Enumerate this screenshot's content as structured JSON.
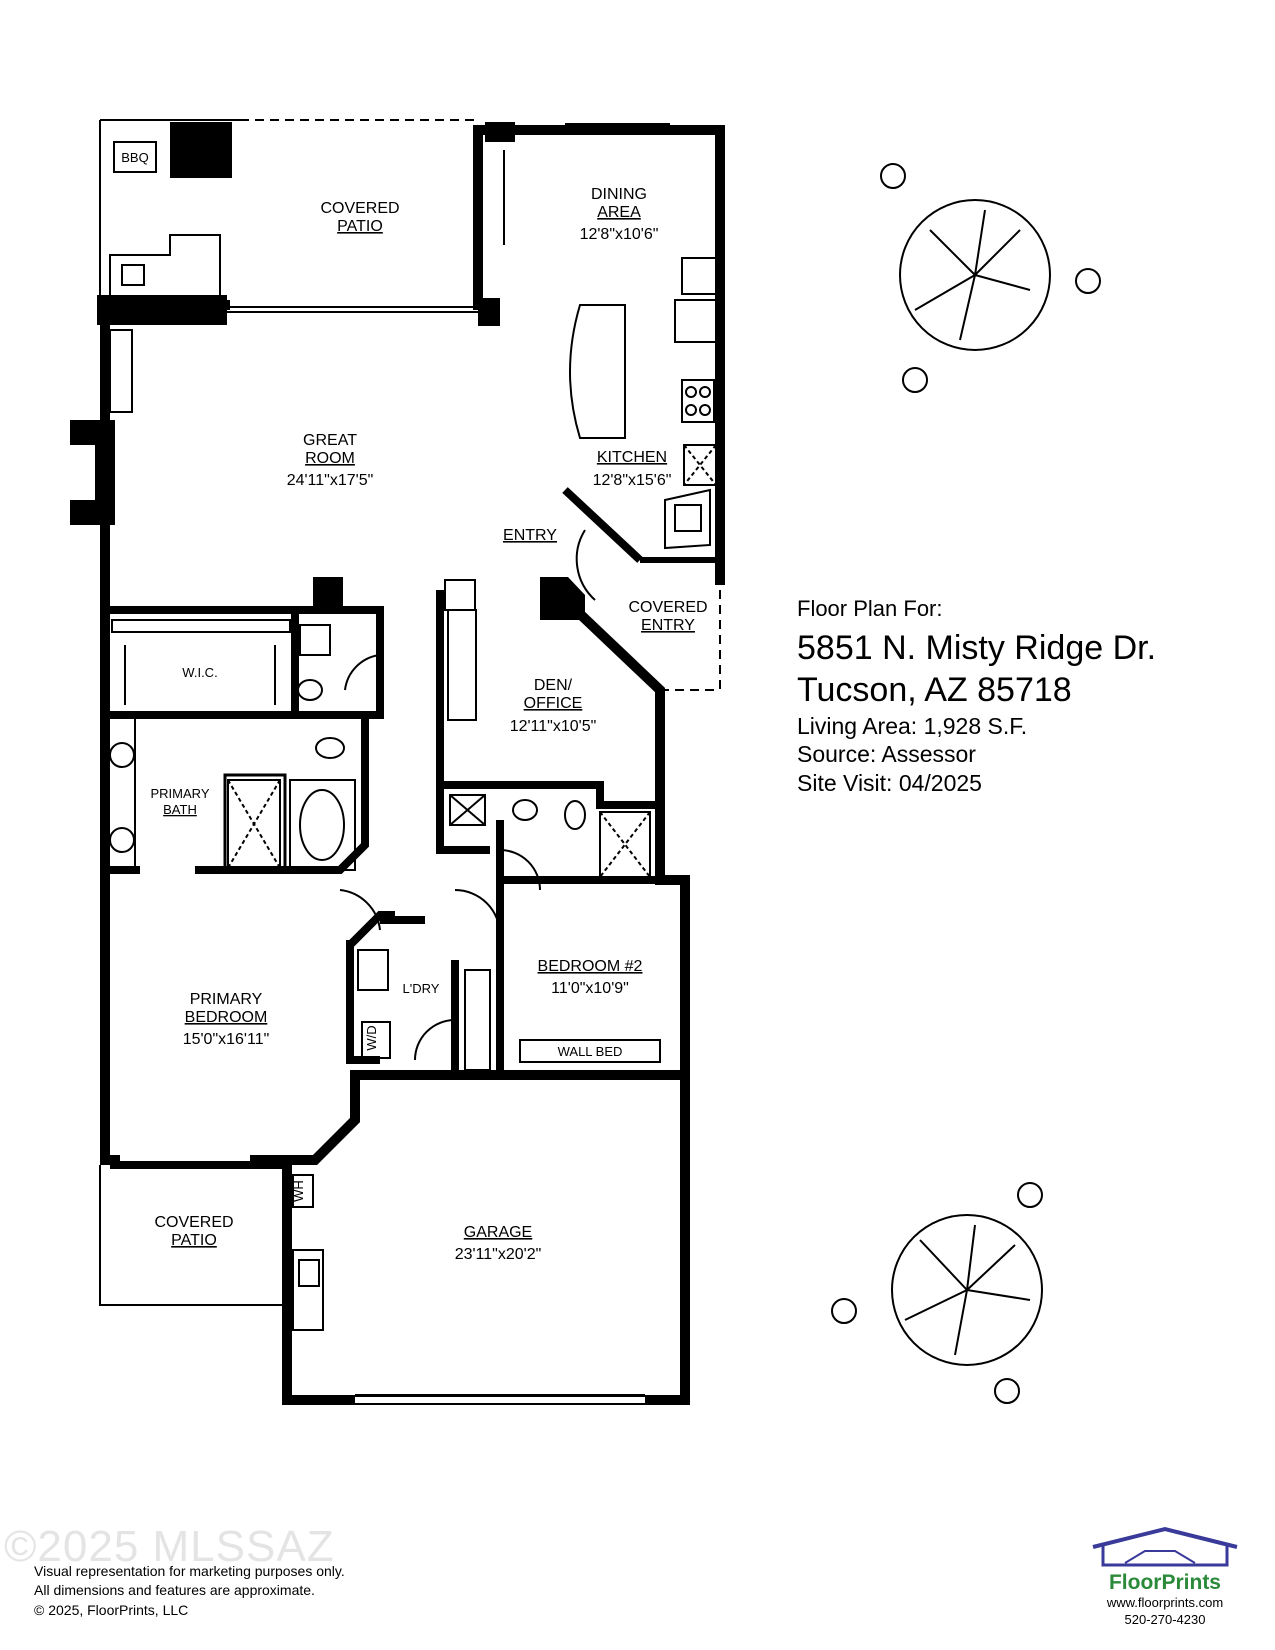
{
  "rooms": {
    "covered_patio_top": {
      "l1": "COVERED",
      "l2": "PATIO"
    },
    "dining": {
      "l1": "DINING",
      "l2": "AREA",
      "dim": "12'8\"x10'6\""
    },
    "great_room": {
      "l1": "GREAT",
      "l2": "ROOM",
      "dim": "24'11\"x17'5\""
    },
    "kitchen": {
      "l1": "KITCHEN",
      "dim": "12'8\"x15'6\""
    },
    "entry": {
      "l1": "ENTRY"
    },
    "covered_entry": {
      "l1": "COVERED",
      "l2": "ENTRY"
    },
    "den": {
      "l1": "DEN/",
      "l2": "OFFICE",
      "dim": "12'11\"x10'5\""
    },
    "wic": {
      "l1": "W.I.C."
    },
    "primary_bath": {
      "l1": "PRIMARY",
      "l2": "BATH"
    },
    "bedroom2": {
      "l1": "BEDROOM #2",
      "dim": "11'0\"x10'9\""
    },
    "wall_bed": {
      "l1": "WALL BED"
    },
    "laundry": {
      "l1": "L'DRY"
    },
    "wd": {
      "l1": "W/D"
    },
    "primary_bedroom": {
      "l1": "PRIMARY",
      "l2": "BEDROOM",
      "dim": "15'0\"x16'11\""
    },
    "covered_patio_bottom": {
      "l1": "COVERED",
      "l2": "PATIO"
    },
    "garage": {
      "l1": "GARAGE",
      "dim": "23'11\"x20'2\""
    },
    "wh": {
      "l1": "WH"
    },
    "bbq": {
      "l1": "BBQ"
    }
  },
  "info": {
    "label": "Floor Plan For:",
    "address1": "5851 N. Misty Ridge Dr.",
    "address2": "Tucson, AZ  85718",
    "living_area": "Living Area:  1,928 S.F.",
    "source": "Source:  Assessor",
    "site_visit": "Site Visit:  04/2025"
  },
  "footer": {
    "watermark": "©2025 MLSSAZ",
    "line1": "Visual representation for marketing purposes only.",
    "line2": "All dimensions and features are approximate.",
    "line3": "© 2025, FloorPrints, LLC"
  },
  "logo": {
    "brand": "FloorPrints",
    "website": "www.floorprints.com",
    "phone": "520-270-4230",
    "brand_color": "#2a8a3a",
    "roof_color": "#3a3a9a"
  }
}
